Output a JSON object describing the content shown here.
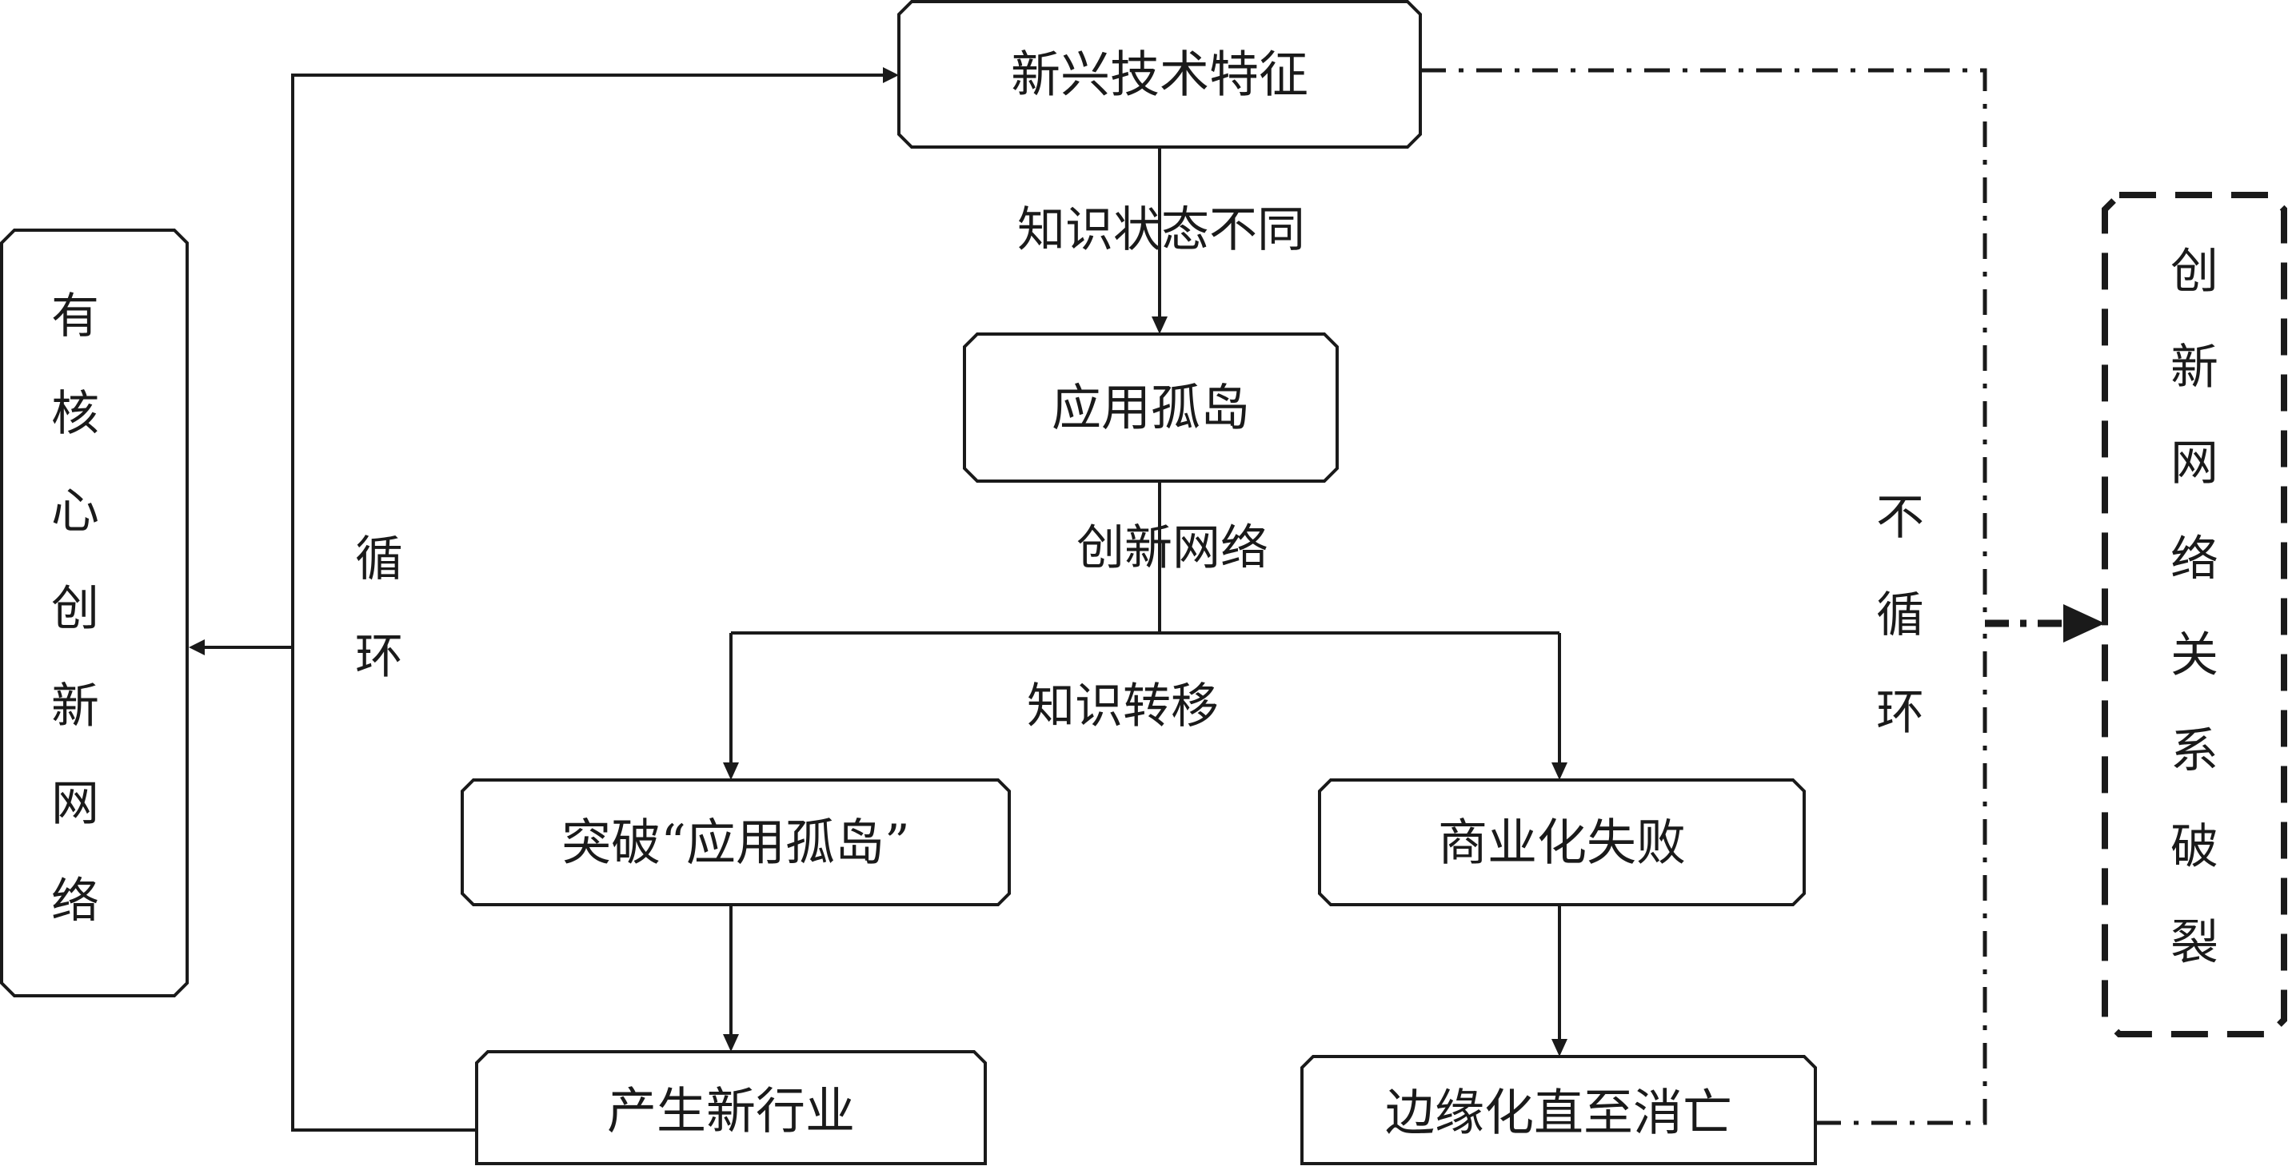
{
  "nodes": {
    "emerging_tech": "新兴技术特征",
    "app_island": "应用孤岛",
    "breakthrough": "突破“应用孤岛”",
    "commercial_failure": "商业化失败",
    "new_industry": "产生新行业",
    "marginalized": "边缘化直至消亡",
    "core_network": [
      "有",
      "核",
      "心",
      "创",
      "新",
      "网",
      "络"
    ],
    "network_break": [
      "创",
      "新",
      "网",
      "络",
      "关",
      "系",
      "破",
      "裂"
    ]
  },
  "edge_labels": {
    "knowledge_state": "知识状态不同",
    "innovation_network": "创新网络",
    "knowledge_transfer": "知识转移",
    "cycle": [
      "循",
      "环"
    ],
    "no_cycle": [
      "不",
      "循",
      "环"
    ]
  },
  "colors": {
    "stroke": "#1a1a1a",
    "background": "#ffffff"
  }
}
